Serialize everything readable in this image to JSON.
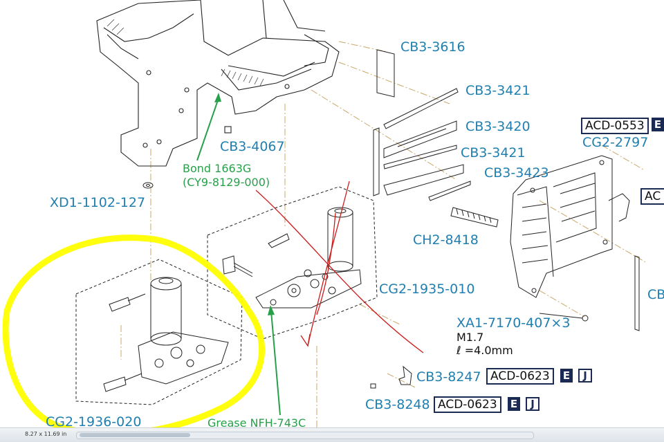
{
  "labels": {
    "cb3_3616": "CB3-3616",
    "cb3_3421_a": "CB3-3421",
    "cb3_3420": "CB3-3420",
    "cb3_3421_b": "CB3-3421",
    "cb3_3423": "CB3-3423",
    "cb3_4067": "CB3-4067",
    "xd1_1102": "XD1-1102-127",
    "ch2_8418": "CH2-8418",
    "cg2_1935": "CG2-1935-010",
    "cg2_2797": "CG2-2797",
    "xa1_7170": "XA1-7170-407×3",
    "m17": "M1.7",
    "len": "ℓ =4.0mm",
    "cb3_8247": "CB3-8247",
    "cb3_8248": "CB3-8248",
    "cg2_1936": "CG2-1936-020",
    "cb_cut": "CB"
  },
  "notes": {
    "bond_line1": "Bond 1663G",
    "bond_line2": "(CY9-8129-000)",
    "grease": "Grease NFH-743C"
  },
  "boxes": {
    "acd_0553": "ACD-0553",
    "acd_0553_tag": "E",
    "ac_cut": "AC",
    "acd_0623_a": "ACD-0623",
    "acd_0623_a_e": "E",
    "acd_0623_a_j": "J",
    "acd_0623_b": "ACD-0623",
    "acd_0623_b_e": "E",
    "acd_0623_b_j": "J"
  },
  "status": {
    "page_size": "8.27 x 11.69 in"
  },
  "colors": {
    "label_blue": "#1f7fb0",
    "note_green": "#27a04a",
    "highlight_yellow": "#ffff00",
    "annotation_red": "#cc1b1b",
    "box_navy": "#1b2a52"
  }
}
